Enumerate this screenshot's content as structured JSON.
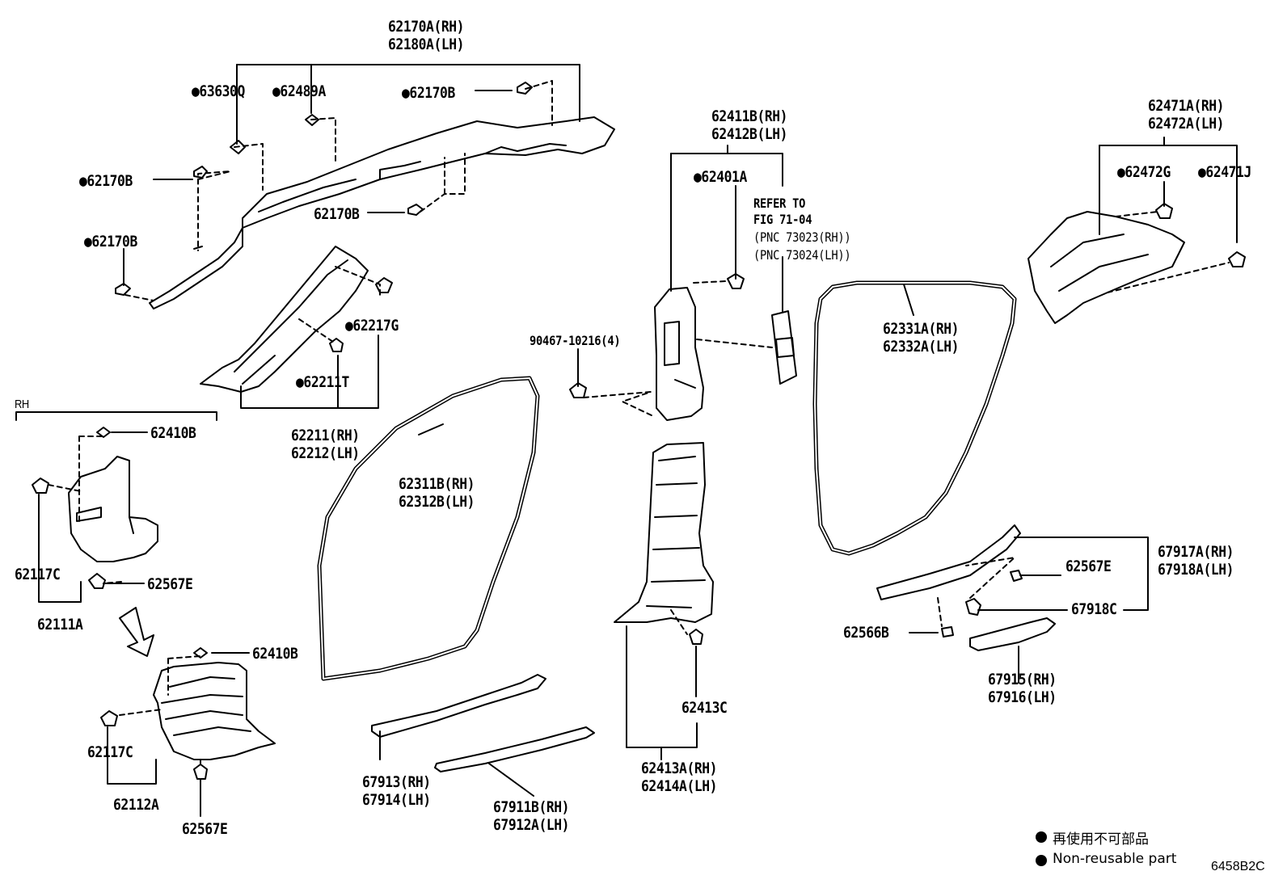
{
  "legend": {
    "bullet": "●",
    "line_jp": "再使用不可部品",
    "line_en": "Non-reusable part"
  },
  "figure_code": "6458B2C",
  "group_label_rh": "RH",
  "refer": {
    "line1": "REFER TO",
    "line2": "FIG 71-04",
    "line3": "(PNC 73023(RH))",
    "line4": "(PNC 73024(LH))"
  },
  "labels": {
    "p62170A_rh": "62170A(RH)",
    "p62180A_lh": "62180A(LH)",
    "p63630Q": "●63630Q",
    "p62489A": "●62489A",
    "p62170B_top": "●62170B",
    "p62170B_left": "●62170B",
    "p62170B_mid": "62170B",
    "p62170B_lower": "●62170B",
    "p62217G": "●62217G",
    "p62211T": "●62211T",
    "p62211_rh": "62211(RH)",
    "p62212_lh": "62212(LH)",
    "p62410B_a": "62410B",
    "p62117C_a": "62117C",
    "p62567E_a": "62567E",
    "p62111A": "62111A",
    "p62410B_b": "62410B",
    "p62117C_b": "62117C",
    "p62112A": "62112A",
    "p62567E_b": "62567E",
    "p62311B_rh": "62311B(RH)",
    "p62312B_lh": "62312B(LH)",
    "p67913_rh": "67913(RH)",
    "p67914_lh": "67914(LH)",
    "p67911B_rh": "67911B(RH)",
    "p67912A_lh": "67912A(LH)",
    "p62411B_rh": "62411B(RH)",
    "p62412B_lh": "62412B(LH)",
    "p62401A": "●62401A",
    "p90467": "90467-10216(4)",
    "p62413C": "62413C",
    "p62413A_rh": "62413A(RH)",
    "p62414A_lh": "62414A(LH)",
    "p62331A_rh": "62331A(RH)",
    "p62332A_lh": "62332A(LH)",
    "p62471A_rh": "62471A(RH)",
    "p62472A_lh": "62472A(LH)",
    "p62472G": "●62472G",
    "p62471J": "●62471J",
    "p62567E_c": "62567E",
    "p67918C": "67918C",
    "p62566B": "62566B",
    "p67917A_rh": "67917A(RH)",
    "p67918A_lh": "67918A(LH)",
    "p67915_rh": "67915(RH)",
    "p67916_lh": "67916(LH)"
  }
}
